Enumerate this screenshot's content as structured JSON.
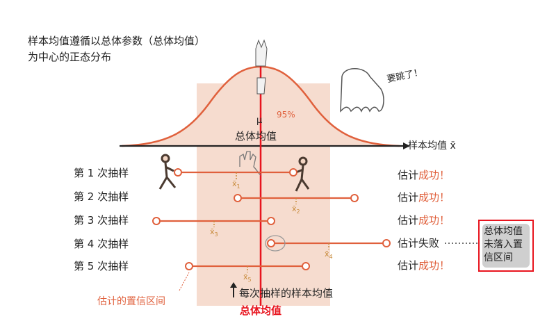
{
  "title": {
    "line1": "样本均值遵循以总体参数（总体均值）",
    "line2": "为中心的正态分布"
  },
  "distribution": {
    "mu_label": "μ",
    "percent_label": "95%",
    "population_mean_label": "总体均值",
    "axis_label": "样本均值 x̄"
  },
  "samples": [
    {
      "label": "第 1 次抽样",
      "xbar": "x̄",
      "sub": "1",
      "result_prefix": "估计",
      "result": "成功！",
      "success": true
    },
    {
      "label": "第 2 次抽样",
      "xbar": "x̄",
      "sub": "2",
      "result_prefix": "估计",
      "result": "成功！",
      "success": true
    },
    {
      "label": "第 3 次抽样",
      "xbar": "x̄",
      "sub": "3",
      "result_prefix": "估计",
      "result": "成功！",
      "success": true
    },
    {
      "label": "第 4 次抽样",
      "xbar": "x̄",
      "sub": "4",
      "result_prefix": "估计",
      "result": "失败",
      "success": false
    },
    {
      "label": "第 5 次抽样",
      "xbar": "x̄",
      "sub": "5",
      "result_prefix": "估计",
      "result": "成功！",
      "success": true
    }
  ],
  "callout": "总体均值未落入置信区间",
  "jump_text": "要跳了！",
  "ci_label": "估计的置信区间",
  "arrow_label": "每次抽样的样本均值",
  "red_label": "总体均值",
  "colors": {
    "accent": "#e0603c",
    "band": "#f6dccf",
    "red": "#e8141e",
    "callout_bg": "#cfcfcf"
  }
}
